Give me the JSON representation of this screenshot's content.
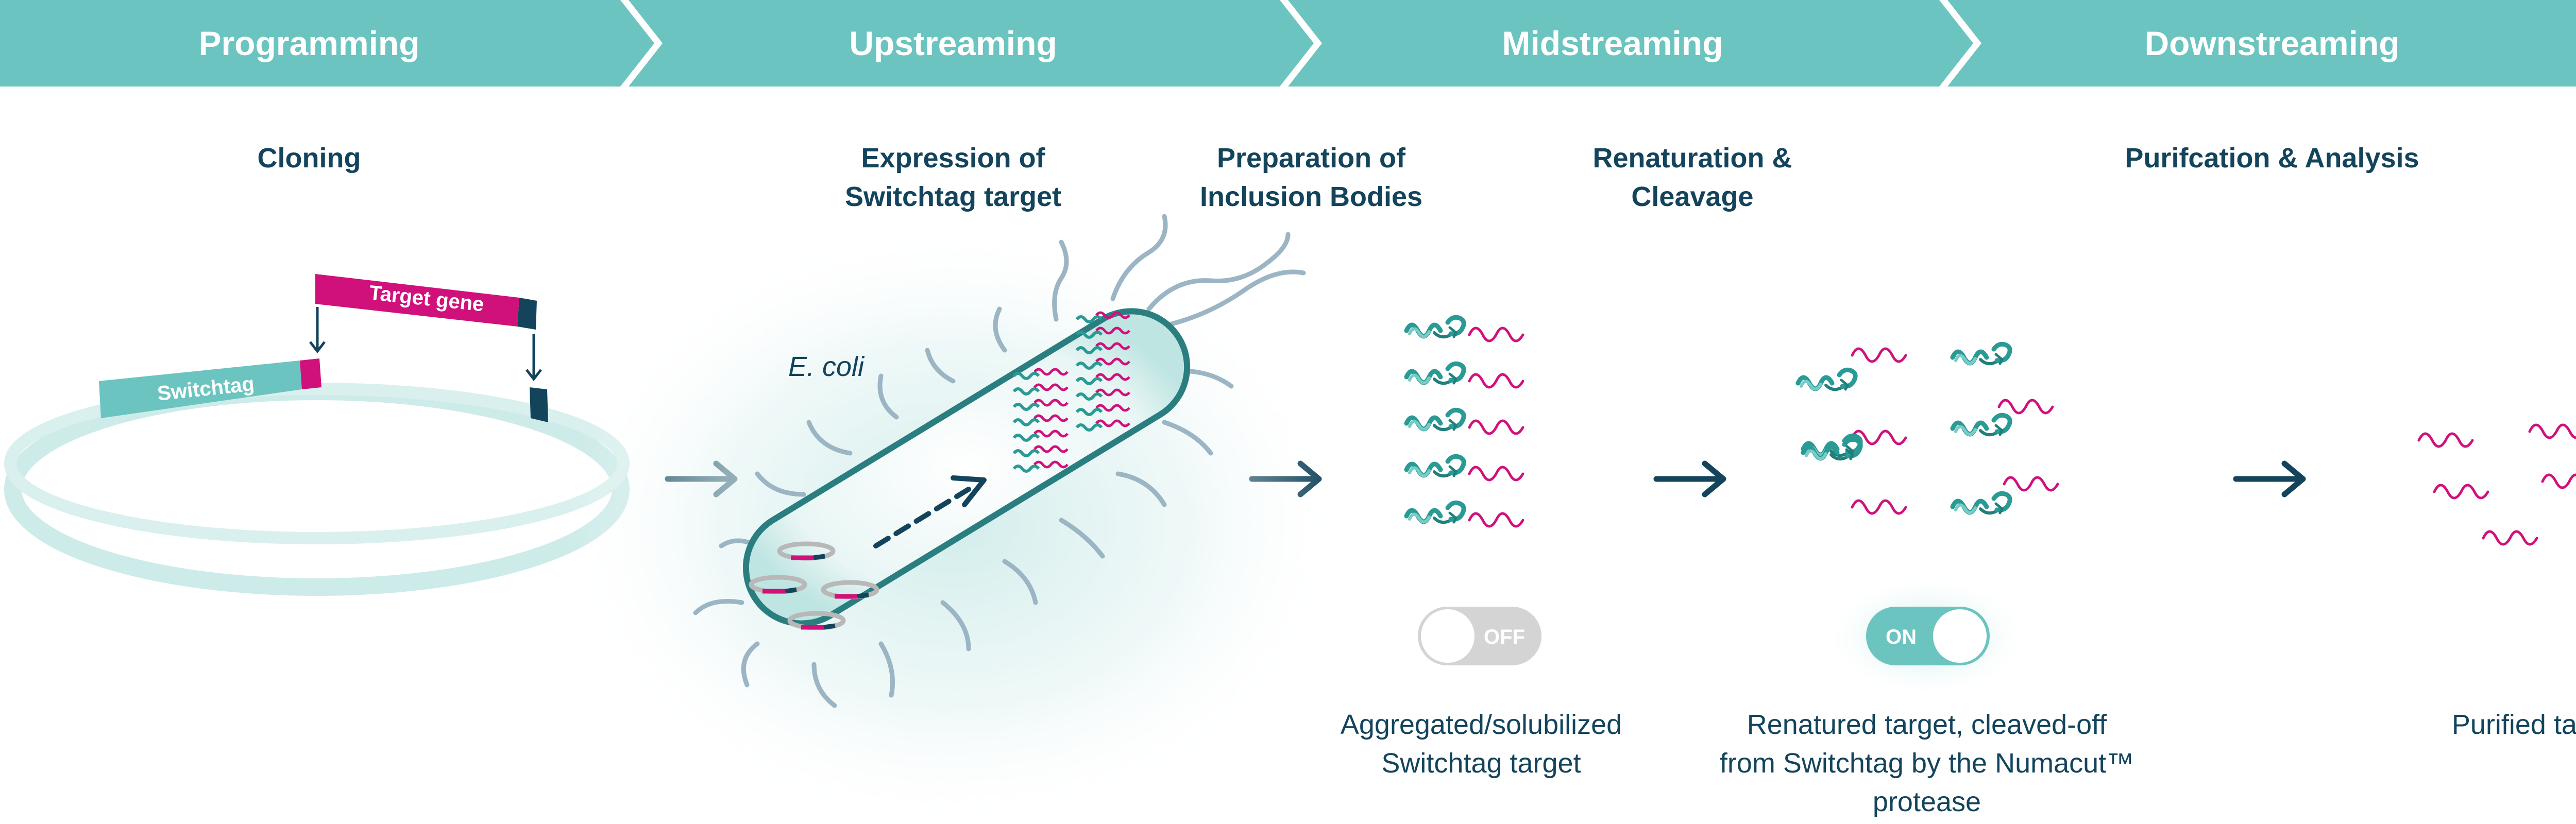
{
  "colors": {
    "teal": "#6bc4c0",
    "teal_light": "#cdebe9",
    "teal_dark": "#2a9a95",
    "navy": "#13445c",
    "magenta": "#d0117c",
    "toggle_off": "#d4d4d4",
    "hair": "#9bb5c4"
  },
  "stages": [
    {
      "label": "Programming"
    },
    {
      "label": "Upstreaming"
    },
    {
      "label": "Midstreaming"
    },
    {
      "label": "Downstreaming"
    }
  ],
  "steps": {
    "cloning": {
      "lines": [
        "Cloning"
      ]
    },
    "expression": {
      "lines": [
        "Expression of",
        "Switchtag target"
      ]
    },
    "inclusion": {
      "lines": [
        "Preparation of",
        "Inclusion Bodies"
      ]
    },
    "renaturation": {
      "lines": [
        "Renaturation &",
        "Cleavage"
      ]
    },
    "purification": {
      "lines": [
        "Purifcation & Analysis"
      ]
    }
  },
  "plasmid": {
    "switchtag_label": "Switchtag",
    "target_gene_label": "Target gene"
  },
  "ecoli_label": "E. coli",
  "toggles": {
    "off": {
      "label": "OFF",
      "state": "off"
    },
    "on": {
      "label": "ON",
      "state": "on"
    }
  },
  "captions": {
    "aggregated": [
      "Aggregated/solubilized",
      "Switchtag target"
    ],
    "renatured": [
      "Renatured target, cleaved-off",
      "from Switchtag by the Numacut™",
      "protease"
    ],
    "purified": [
      "Purified target"
    ]
  },
  "icons": {
    "process_arrow": "right-arrow-icon",
    "insert_arrow": "down-arrow-icon",
    "protein": "folded-protein-icon",
    "peptide": "unfolded-peptide-icon"
  }
}
